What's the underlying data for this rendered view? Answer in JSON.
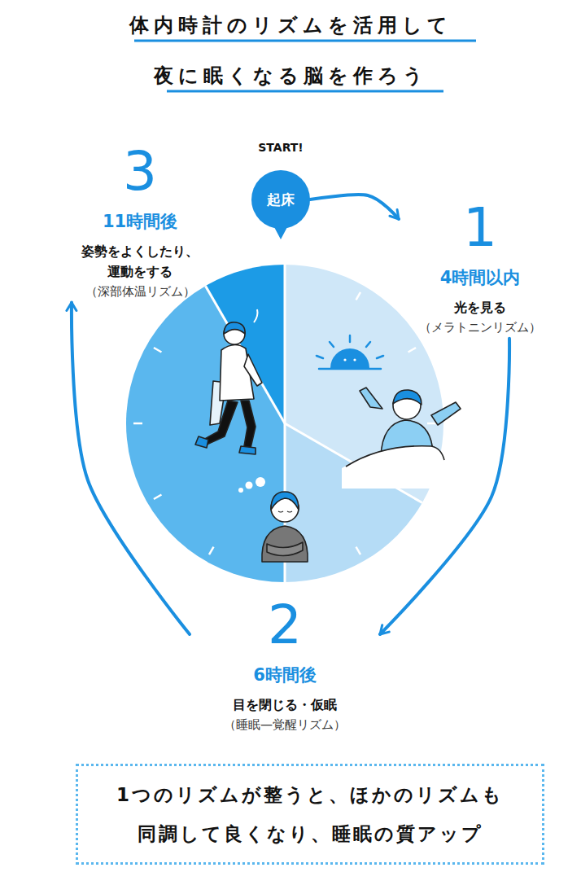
{
  "diagram": {
    "title": "体内時計のリズムを活用して 夜に眠くなる脳を作ろう",
    "caption": "1つのリズムが整うと、ほかのリズムも 同調して良くなり、睡眠の質アップ",
    "nodes": [
      {
        "text": [
          "START!",
          "起床"
        ]
      },
      {
        "text": [
          "1",
          "4時間以内",
          "光を見る",
          "（メラトニンリズム）"
        ]
      },
      {
        "text": [
          "2",
          "6時間後",
          "目を閉じる・仮眠",
          "（睡眠—覚醒リズム）"
        ]
      },
      {
        "text": [
          "3",
          "11時間後",
          "姿勢をよくしたり、 運動をする",
          "（深部体温リズム）"
        ]
      }
    ],
    "edges": [
      {
        "from": 0,
        "to": 1,
        "arrow": "to"
      },
      {
        "from": 1,
        "to": 2,
        "arrow": "to"
      },
      {
        "from": 2,
        "to": 3,
        "arrow": "to"
      }
    ]
  }
}
